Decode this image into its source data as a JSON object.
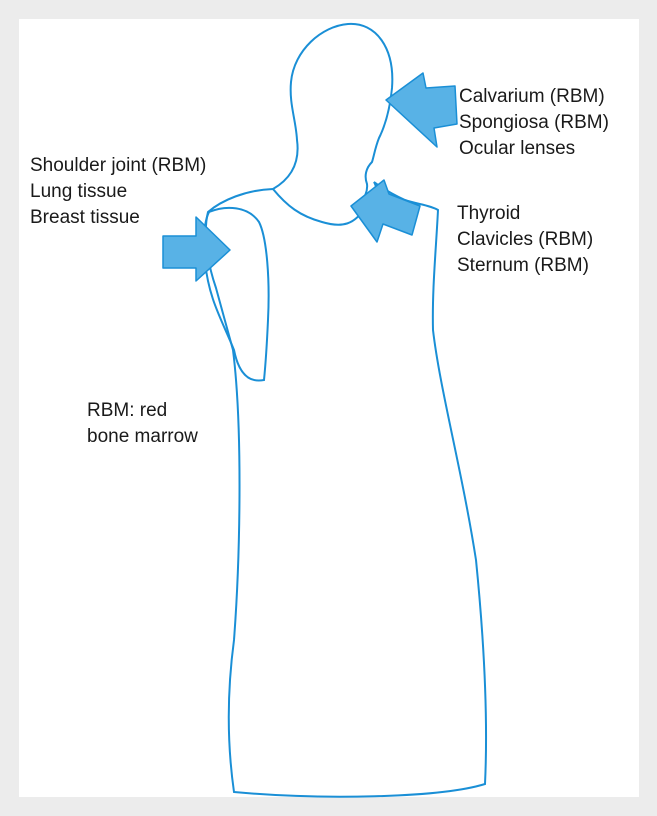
{
  "colors": {
    "background": "#ececec",
    "panel": "#ffffff",
    "outline": "#1a8fd6",
    "arrow_fill": "#58b2e6",
    "arrow_stroke": "#1a8fd6",
    "text": "#1a1a1a"
  },
  "labels": {
    "head": [
      "Calvarium (RBM)",
      "Spongiosa (RBM)",
      "Ocular lenses"
    ],
    "neck": [
      "Thyroid",
      "Clavicles (RBM)",
      "Sternum (RBM)"
    ],
    "shoulder": [
      "Shoulder joint (RBM)",
      "Lung tissue",
      "Breast tissue"
    ],
    "legend": [
      "RBM: red",
      "bone marrow"
    ]
  }
}
